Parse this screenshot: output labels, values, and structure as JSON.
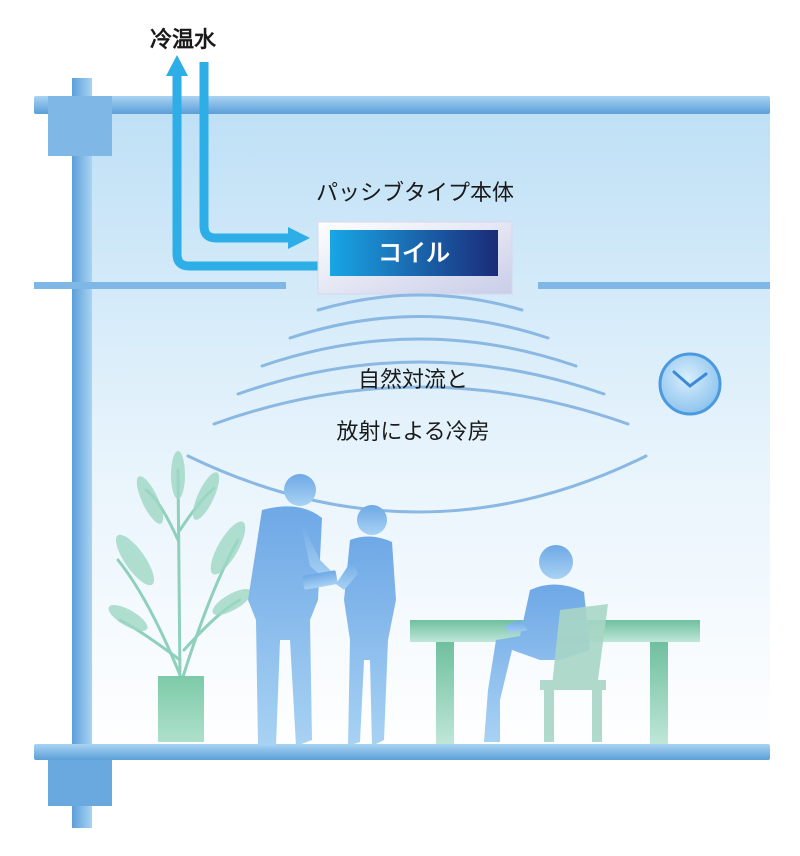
{
  "labels": {
    "water": "冷温水",
    "unit": "パッシブタイプ本体",
    "coil": "コイル",
    "effect_line1": "自然対流と",
    "effect_line2": "放射による冷房"
  },
  "colors": {
    "arrow": "#2eaee6",
    "structure": "#5d9fd9",
    "room_bg_top": "#cfe8f8",
    "room_bg_bottom": "#ffffff",
    "coil_start": "#1aa3e2",
    "coil_end": "#1a2a7a",
    "silhouette": "#7fb3e8",
    "table": "#7cc8a8",
    "wave": "#7fb0dc"
  }
}
